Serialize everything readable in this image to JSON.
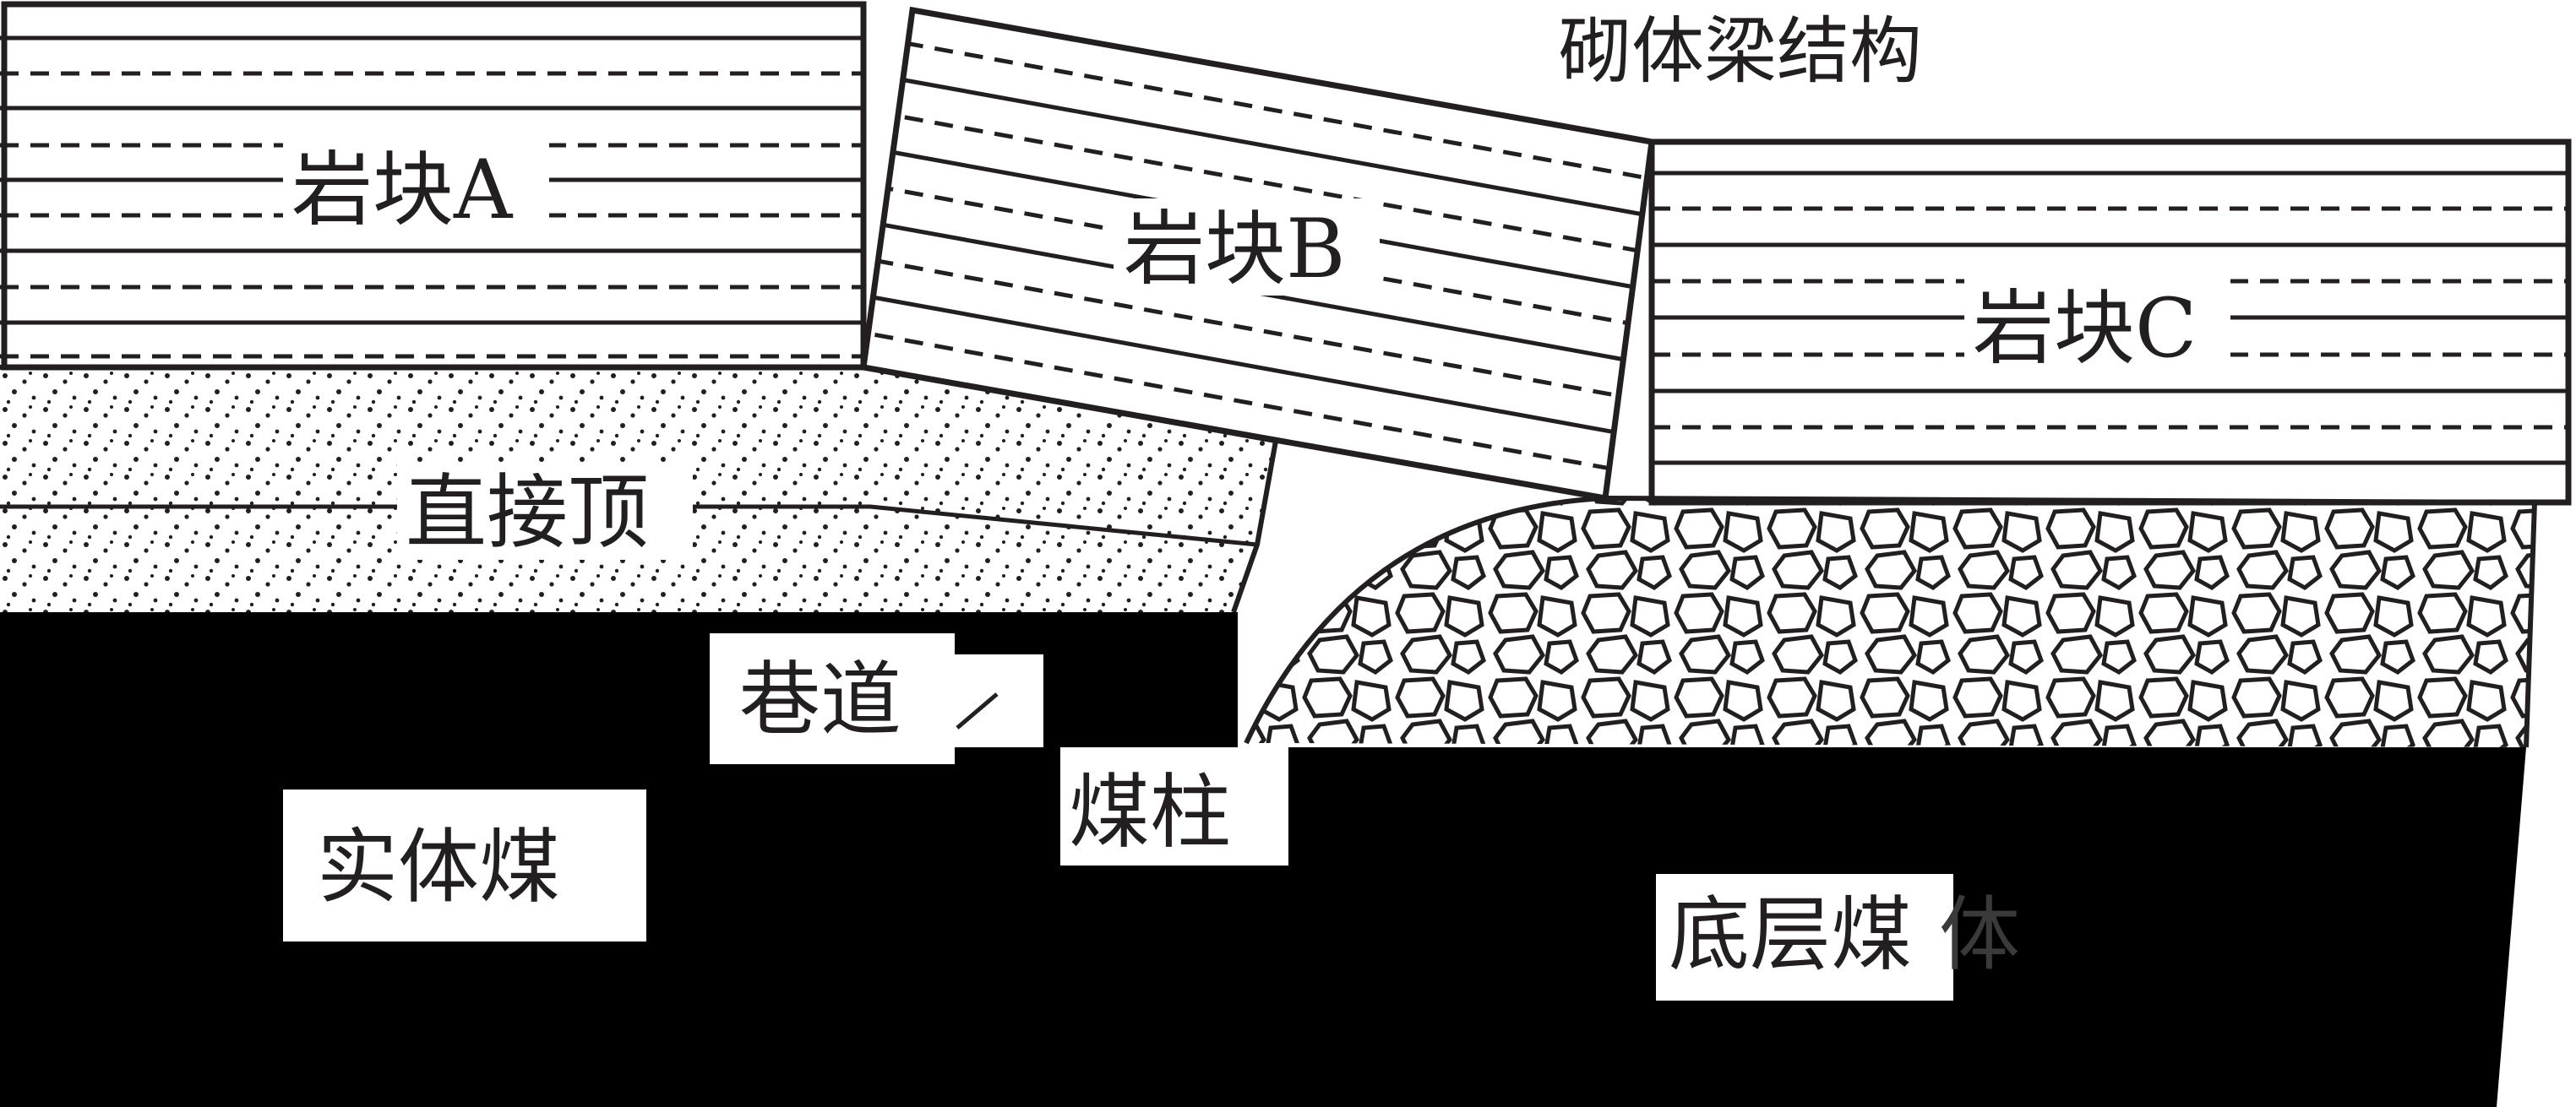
{
  "title": "砌体梁结构",
  "labels": {
    "block_a": "岩块A",
    "block_b": "岩块B",
    "block_c": "岩块C",
    "immediate_roof": "直接顶",
    "roadway": "巷道",
    "coal_pillar": "煤柱",
    "solid_coal": "实体煤",
    "bottom_coal_a": "底层煤",
    "bottom_coal_b": "体"
  },
  "colors": {
    "ink": "#231f20",
    "coal": "#000000",
    "paper": "#ffffff",
    "faded_text": "#3a3a3a"
  }
}
